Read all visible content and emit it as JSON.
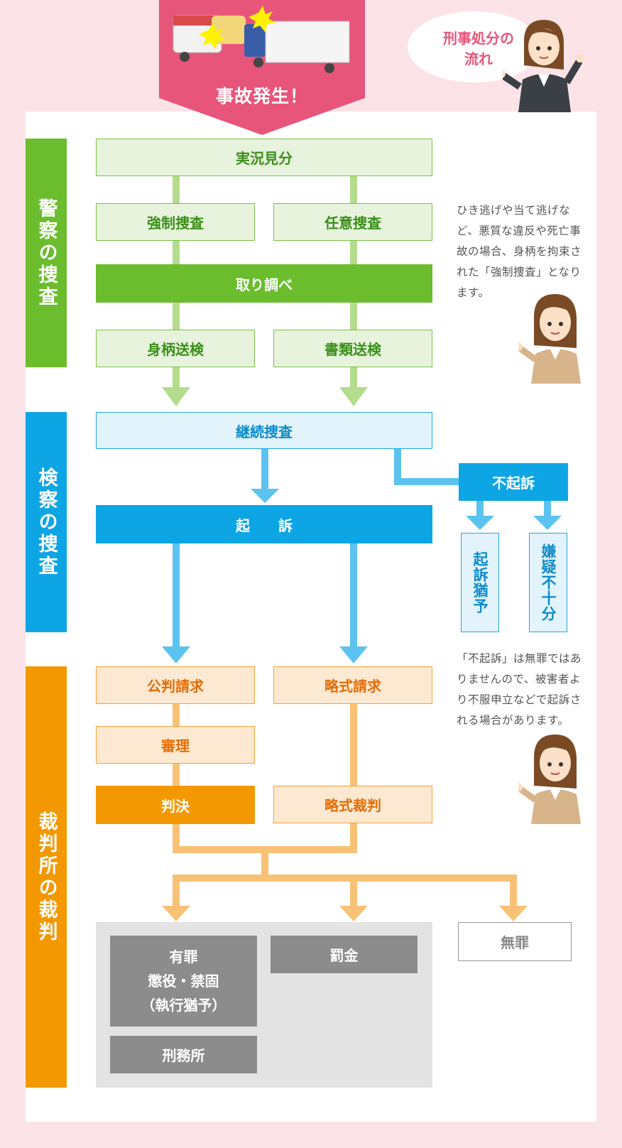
{
  "header": {
    "banner_title": "事故発生！",
    "bubble_title": "刑事処分の\n流れ"
  },
  "sections": {
    "police": "警察の捜査",
    "prosecutor": "検察の捜査",
    "court": "裁判所の裁判"
  },
  "police": {
    "field_inspection": "実況見分",
    "compulsory": "強制捜査",
    "voluntary": "任意捜査",
    "interrogation": "取り調べ",
    "body_referral": "身柄送検",
    "document_referral": "書類送検"
  },
  "prosecutor": {
    "continued": "継続捜査",
    "indictment": "起　　訴",
    "non_prosecution": "不起訴",
    "suspended": "起訴猶予",
    "insufficient": "嫌疑不十分"
  },
  "court": {
    "formal_trial": "公判請求",
    "summary_request": "略式請求",
    "hearing": "審理",
    "judgment": "判決",
    "summary_judgment": "略式裁判",
    "guilty_lines": [
      "有罪",
      "懲役・禁固",
      "（執行猶予）"
    ],
    "fine": "罰金",
    "prison": "刑務所",
    "not_guilty": "無罪"
  },
  "notes": {
    "note1": "ひき逃げや当て逃げなど、悪質な違反や死亡事故の場合、身柄を拘束された「強制捜査」となります。",
    "note2": "「不起訴」は無罪ではありませんので、被害者より不服申立などで起訴される場合があります。"
  },
  "colors": {
    "green": "#6bbd2e",
    "blue": "#0ea5e5",
    "orange": "#f39800",
    "pink": "#e8557a"
  }
}
